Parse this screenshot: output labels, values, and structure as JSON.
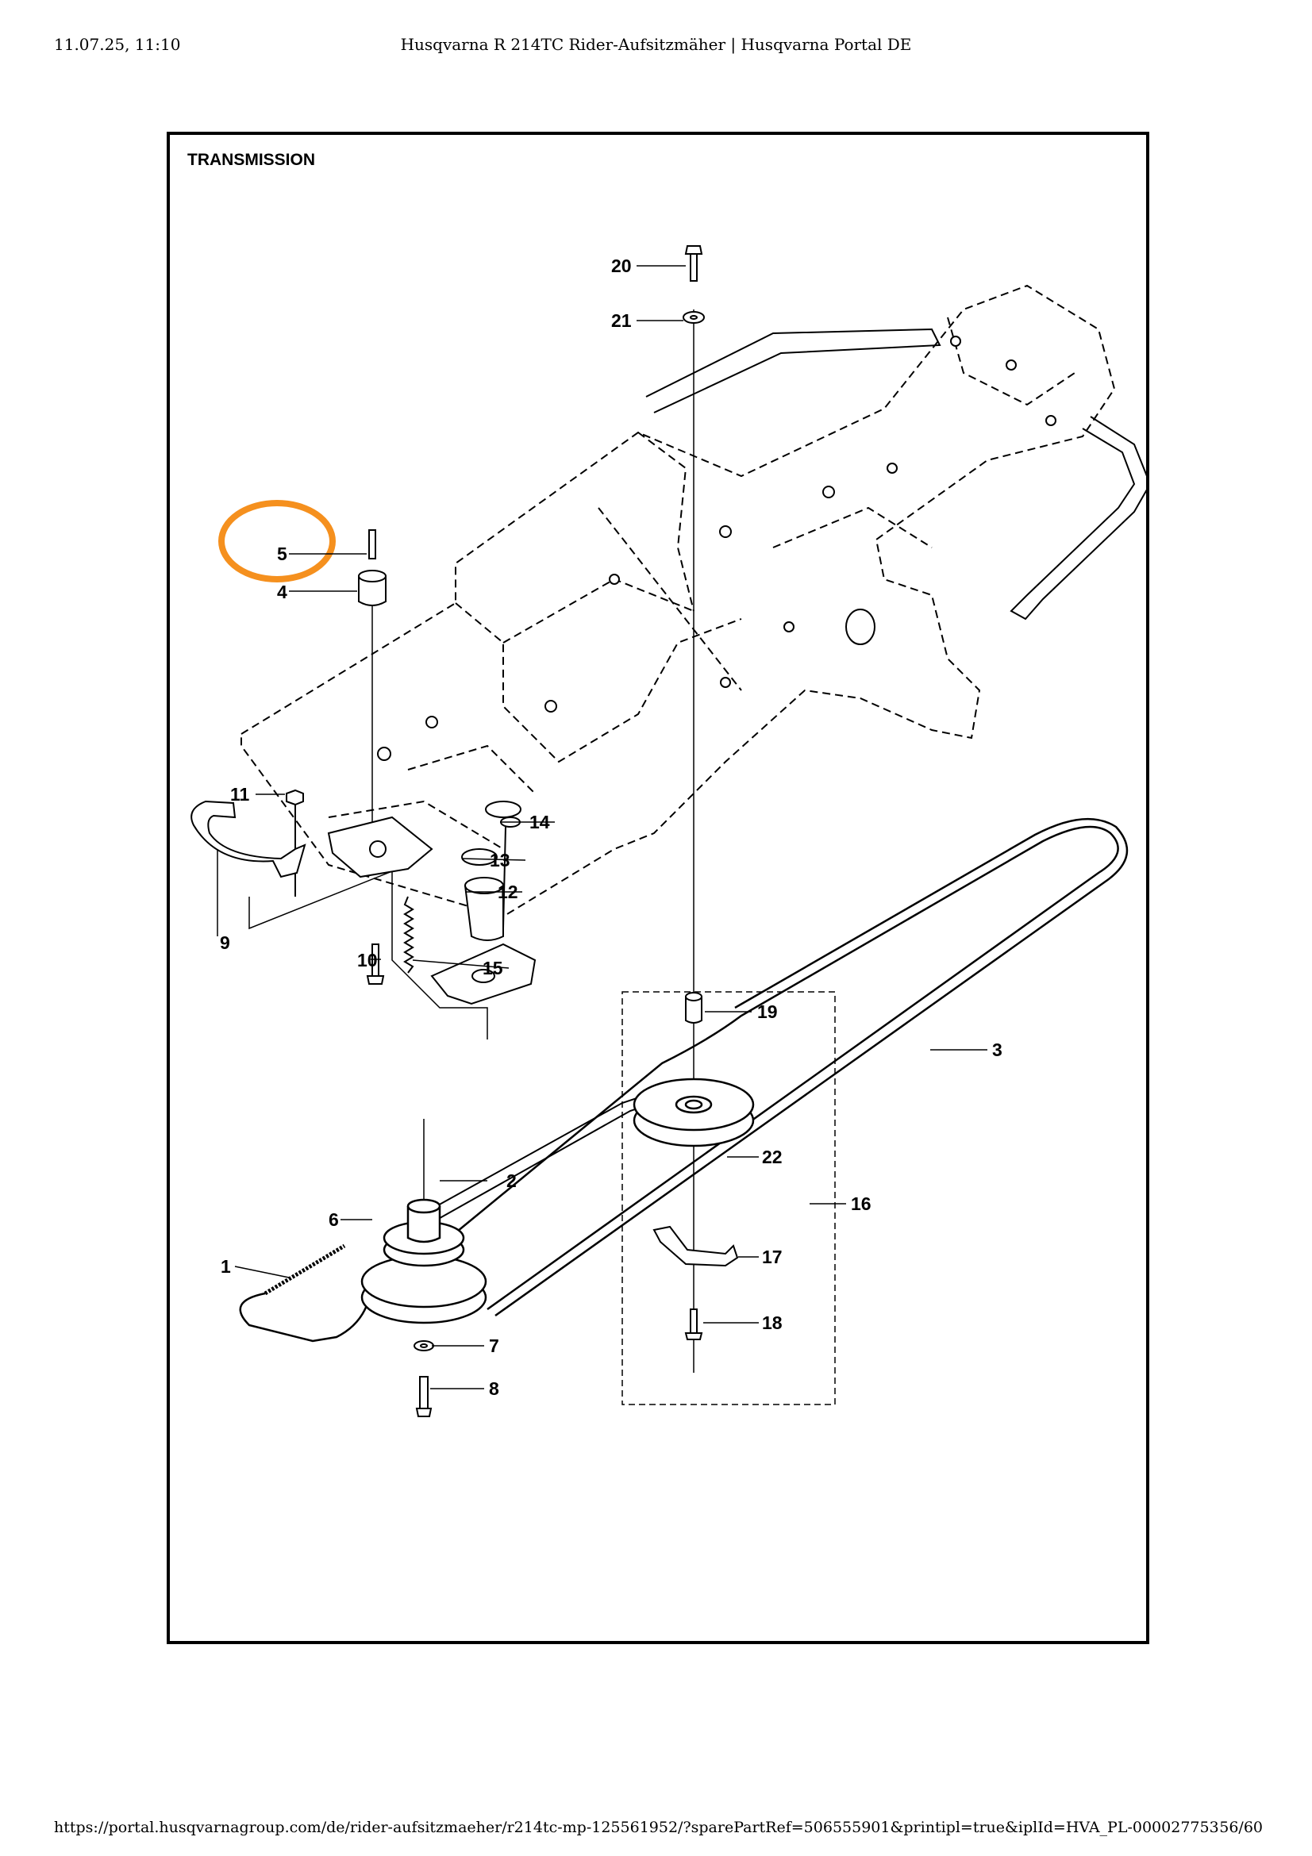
{
  "header": {
    "datetime": "11.07.25, 11:10",
    "title": "Husqvarna R 214TC Rider-Aufsitzmäher | Husqvarna Portal DE"
  },
  "diagram": {
    "title": "TRANSMISSION",
    "highlight_color": "#f5901e",
    "callouts": [
      "1",
      "2",
      "3",
      "4",
      "5",
      "6",
      "7",
      "8",
      "9",
      "10",
      "11",
      "12",
      "13",
      "14",
      "15",
      "16",
      "17",
      "18",
      "19",
      "20",
      "21",
      "22"
    ]
  },
  "footer": {
    "url": "https://portal.husqvarnagroup.com/de/rider-aufsitzmaeher/r214tc-mp-125561952/?sparePartRef=506555901&printipl=true&iplId=HVA_PL-000027753",
    "page": "56/60"
  }
}
